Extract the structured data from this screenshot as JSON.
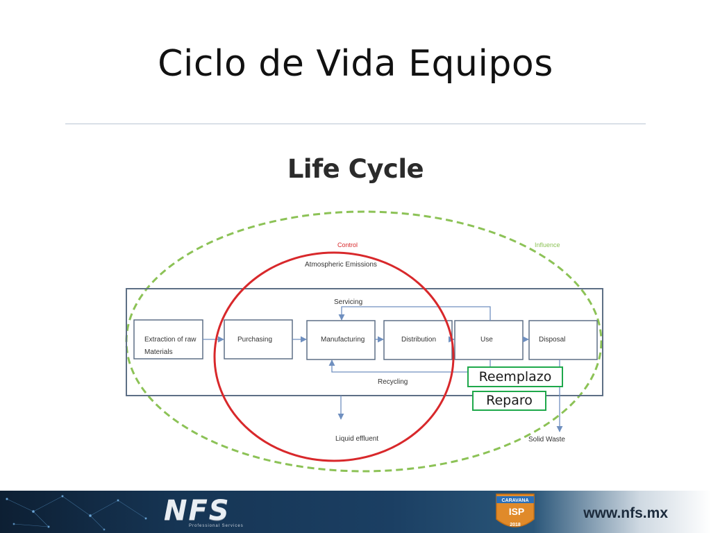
{
  "slide": {
    "title": "Ciclo de Vida Equipos"
  },
  "diagram": {
    "title": "Life Cycle",
    "control_label": "Control",
    "influence_label": "Influence",
    "atmospheric_label": "Atmospheric Emissions",
    "servicing_label": "Servicing",
    "recycling_label": "Recycling",
    "liquid_label": "Liquid effluent",
    "solid_label": "Solid Waste",
    "stages": [
      {
        "line1": "Extraction of raw",
        "line2": "Materials"
      },
      {
        "line1": "Purchasing"
      },
      {
        "line1": "Manufacturing"
      },
      {
        "line1": "Distribution"
      },
      {
        "line1": "Use"
      },
      {
        "line1": "Disposal"
      }
    ],
    "colors": {
      "control": "#d8282b",
      "influence": "#8cc256",
      "flow": "#6f8fbf",
      "box_border": "#5d6f85"
    }
  },
  "callouts": {
    "replace": "Reemplazo",
    "repair": "Reparo",
    "border_color": "#1ea84a"
  },
  "footer": {
    "logo_text": "NFS",
    "logo_subtext": "Professional Services",
    "badge_top": "CARAVANA",
    "badge_mid": "ISP",
    "badge_year": "2018",
    "url": "www.nfs.mx"
  }
}
